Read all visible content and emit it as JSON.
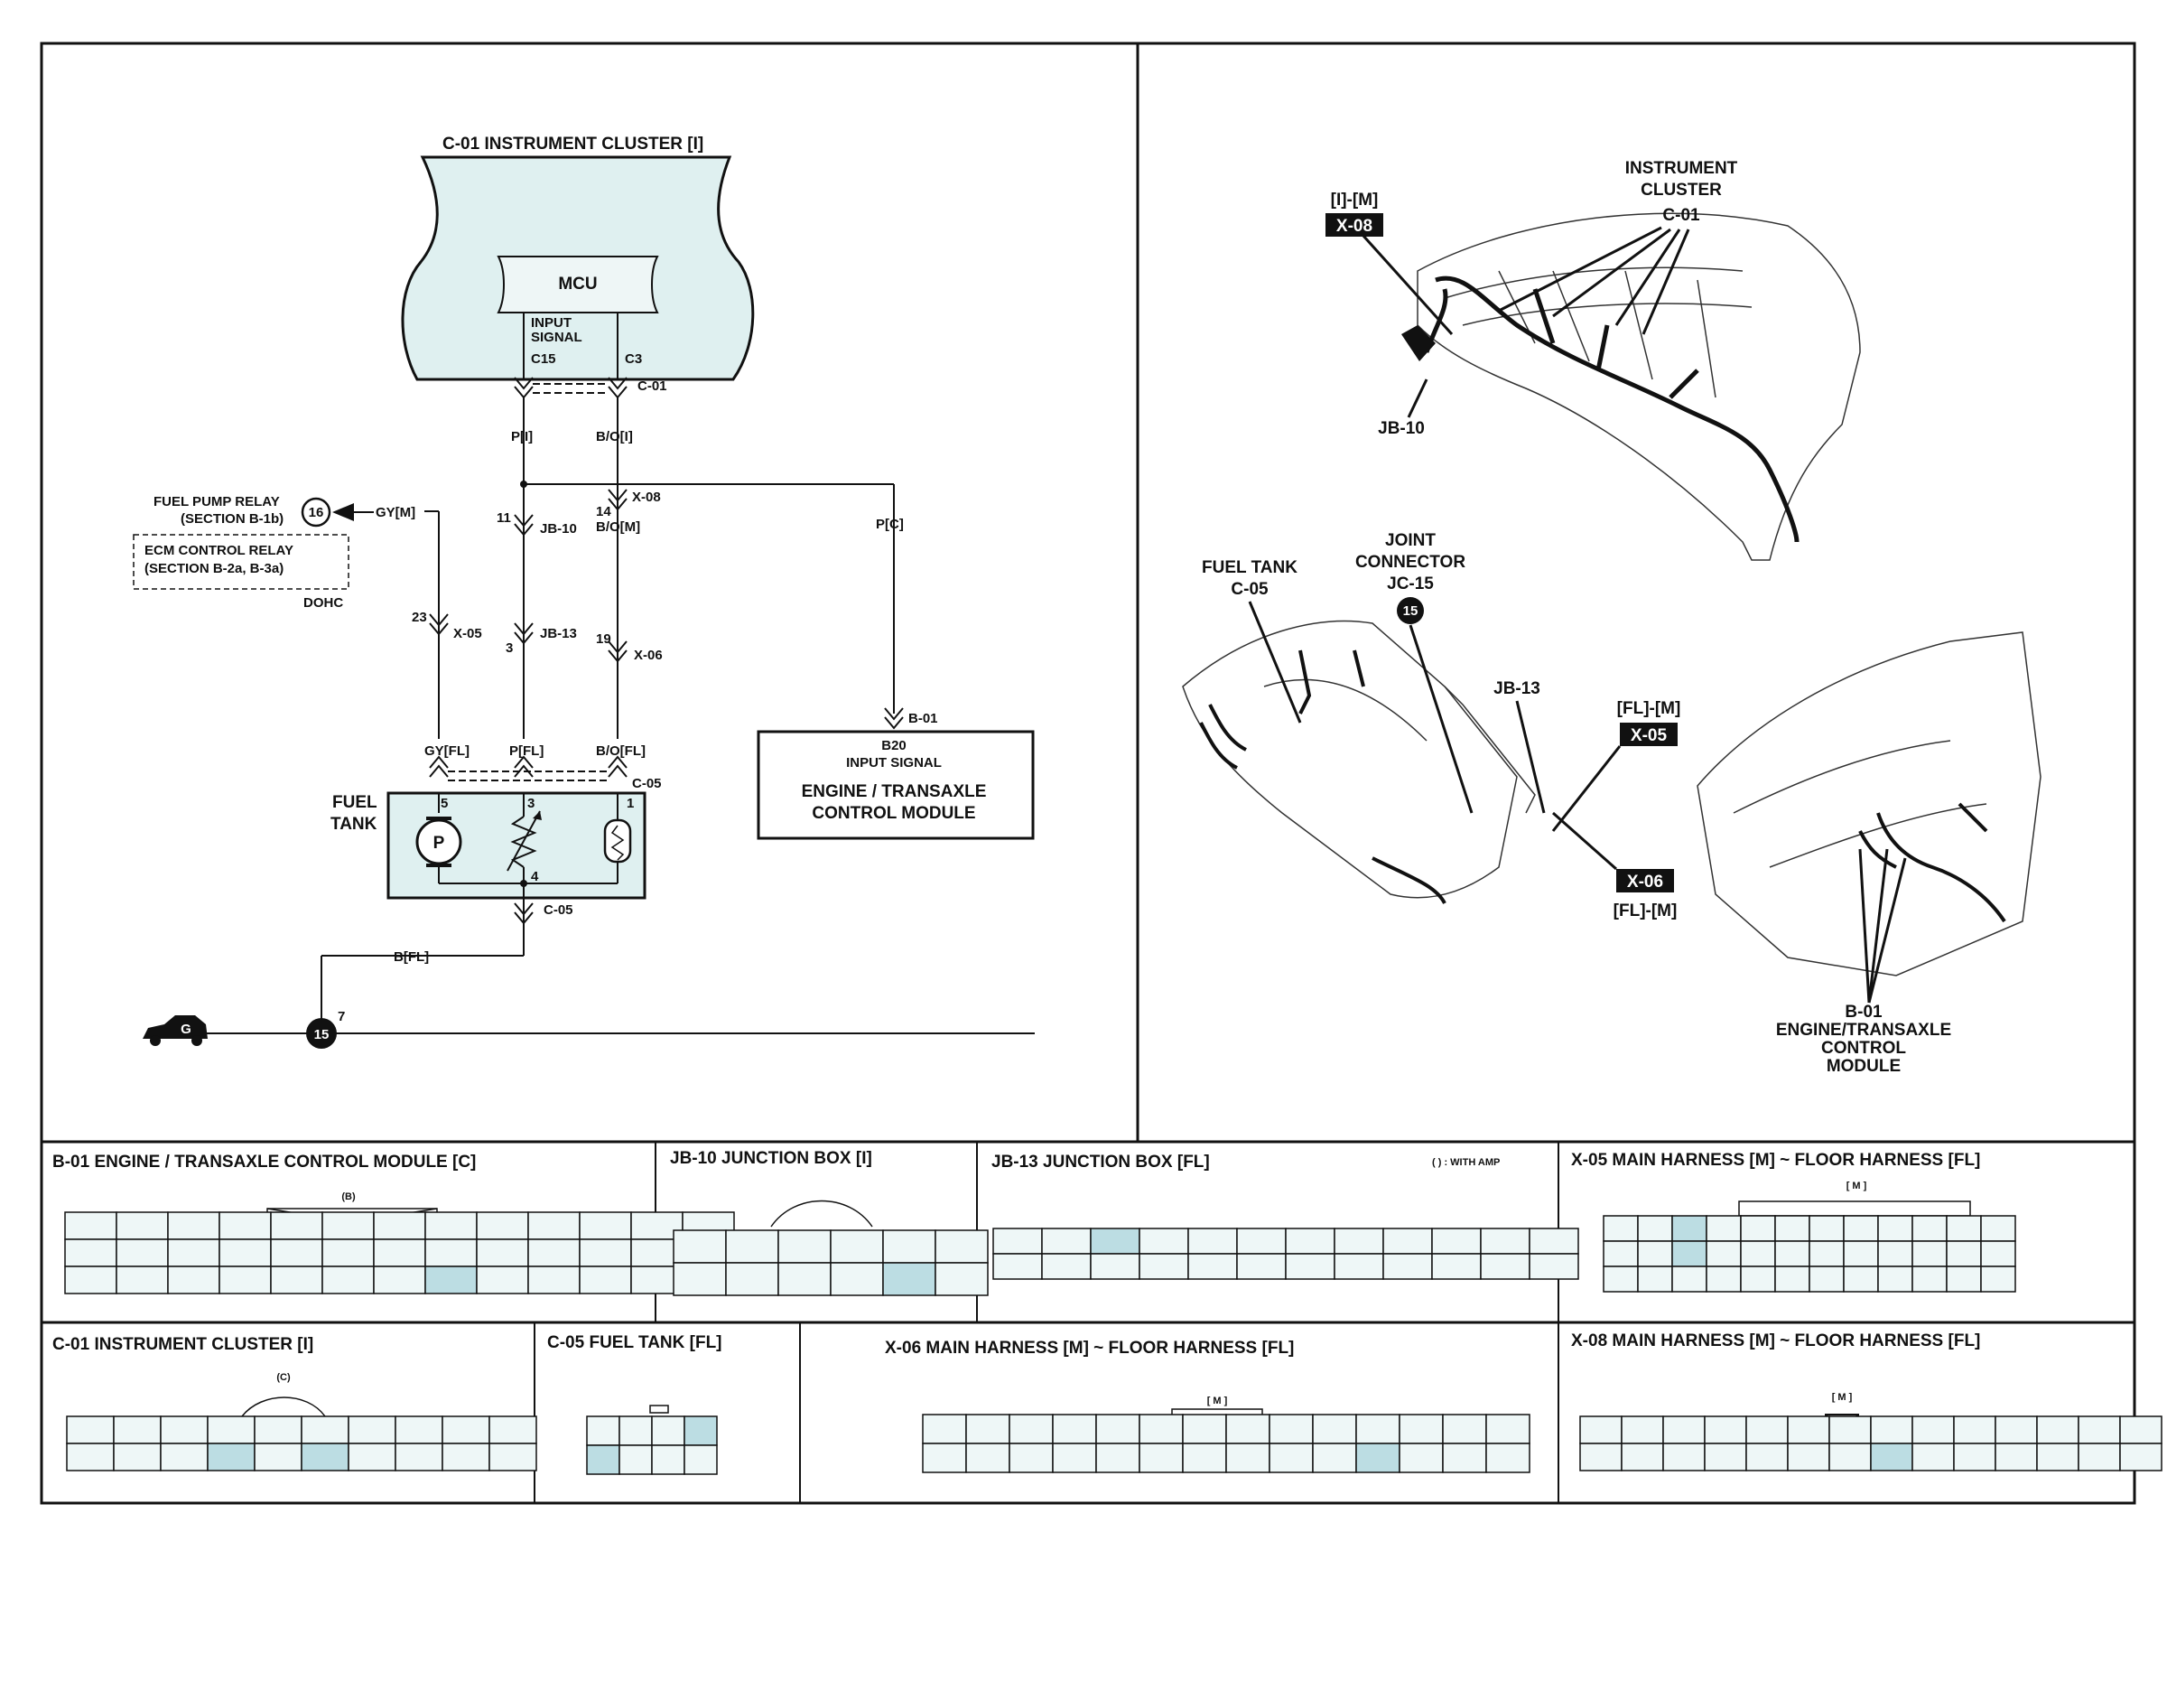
{
  "schematic": {
    "cluster_title": "C-01 INSTRUMENT CLUSTER [I]",
    "mcu_label": "MCU",
    "input_signal_1": "INPUT",
    "input_signal_2": "SIGNAL",
    "pin_c15": "C15",
    "pin_c3": "C3",
    "conn_c01": "C-01",
    "wire_p_i": "P[I]",
    "wire_bo_i": "B/O[I]",
    "conn_x08": "X-08",
    "pin_14": "14",
    "wire_bo_m": "B/O[M]",
    "pin_11": "11",
    "conn_jb10": "JB-10",
    "wire_p_c": "P[C]",
    "fuel_pump_relay": "FUEL PUMP RELAY",
    "section_b1b": "(SECTION B-1b)",
    "relay_circle": "16",
    "wire_gy_m": "GY[M]",
    "ecm_relay": "ECM CONTROL RELAY",
    "section_b2a": "(SECTION B-2a, B-3a)",
    "dohc": "DOHC",
    "pin_23": "23",
    "conn_x05": "X-05",
    "pin_3": "3",
    "conn_jb13": "JB-13",
    "pin_19": "19",
    "conn_x06": "X-06",
    "conn_b01": "B-01",
    "ecm_pin": "B20",
    "ecm_signal": "INPUT SIGNAL",
    "ecm_name_1": "ENGINE / TRANSAXLE",
    "ecm_name_2": "CONTROL MODULE",
    "wire_gy_fl": "GY[FL]",
    "wire_p_fl": "P[FL]",
    "wire_bo_fl": "B/O[FL]",
    "conn_c05": "C-05",
    "fuel_label_1": "FUEL",
    "fuel_label_2": "TANK",
    "pin_5": "5",
    "pin_3b": "3",
    "pin_1": "1",
    "pin_4": "4",
    "pump_letter": "P",
    "conn_c05b": "C-05",
    "wire_b_fl": "B[FL]",
    "ground_letter": "G",
    "ground_circle": "15",
    "ground_pin": "7"
  },
  "locator": {
    "x08_top": "[I]-[M]",
    "x08_box": "X-08",
    "cluster_1": "INSTRUMENT",
    "cluster_2": "CLUSTER",
    "cluster_3": "C-01",
    "jb10": "JB-10",
    "fuel_tank_1": "FUEL TANK",
    "fuel_tank_2": "C-05",
    "joint_1": "JOINT",
    "joint_2": "CONNECTOR",
    "joint_3": "JC-15",
    "joint_circle": "15",
    "jb13": "JB-13",
    "x05_top": "[FL]-[M]",
    "x05_box": "X-05",
    "x06_box": "X-06",
    "x06_bottom": "[FL]-[M]",
    "b01_1": "B-01",
    "b01_2": "ENGINE/TRANSAXLE",
    "b01_3": "CONTROL",
    "b01_4": "MODULE"
  },
  "connectors": {
    "b01": {
      "title": "B-01 ENGINE / TRANSAXLE CONTROL MODULE [C]",
      "note": "(B)"
    },
    "jb10": {
      "title": "JB-10 JUNCTION BOX [I]"
    },
    "jb13": {
      "title": "JB-13 JUNCTION BOX [FL]",
      "note": "(     ) : WITH AMP"
    },
    "x05": {
      "title": "X-05 MAIN HARNESS [M] ~ FLOOR HARNESS [FL]",
      "note": "[ M ]"
    },
    "c01": {
      "title": "C-01 INSTRUMENT CLUSTER [I]",
      "note": "(C)"
    },
    "c05": {
      "title": "C-05 FUEL TANK [FL]"
    },
    "x06": {
      "title": "X-06 MAIN HARNESS [M] ~ FLOOR HARNESS [FL]",
      "note": "[ M ]"
    },
    "x08": {
      "title": "X-08 MAIN HARNESS [M] ~ FLOOR HARNESS [FL]",
      "note": "[ M ]"
    }
  },
  "colors": {
    "highlight": "#bcdde3",
    "cluster_fill": "#dff0f0",
    "line": "#111111"
  }
}
